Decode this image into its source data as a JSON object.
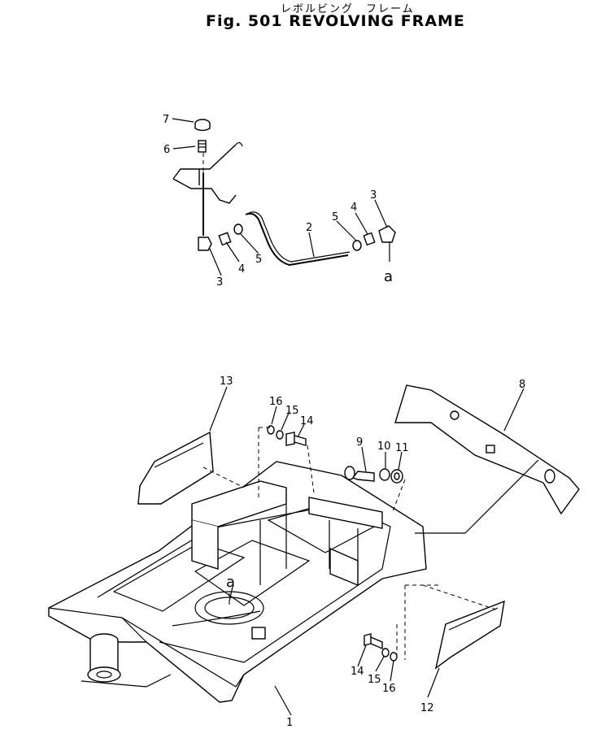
{
  "header": {
    "subtitle_jp": "レボルビング　フレーム",
    "title": "Fig. 501 REVOLVING FRAME"
  },
  "callouts": {
    "c7": "7",
    "c6": "6",
    "c3_left": "3",
    "c4_left": "4",
    "c5_left": "5",
    "c2": "2",
    "c5_right": "5",
    "c4_right": "4",
    "c3_right": "3",
    "a_top": "a",
    "c13": "13",
    "c16_top": "16",
    "c15_top": "15",
    "c14_top": "14",
    "c9": "9",
    "c10": "10",
    "c11": "11",
    "c8": "8",
    "a_frame": "a",
    "c14_bottom": "14",
    "c15_bottom": "15",
    "c16_bottom": "16",
    "c12": "12",
    "c1": "1"
  }
}
